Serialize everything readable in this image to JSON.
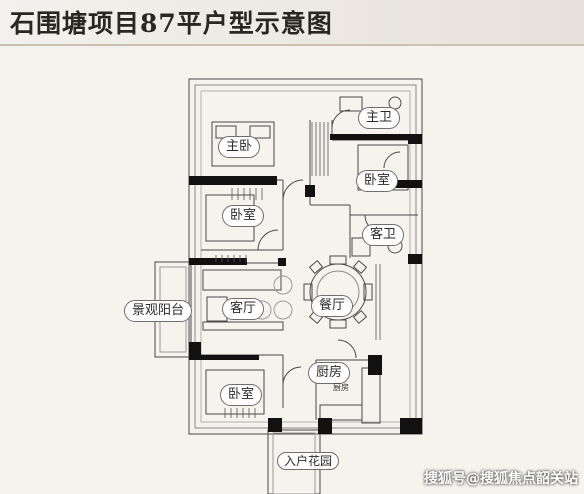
{
  "header": {
    "title": "石围塘项目87平户型示意图"
  },
  "rooms": {
    "master_bedroom": "主卧",
    "master_bath": "主卫",
    "bedroom_ne": "卧室",
    "bedroom_w": "卧室",
    "guest_bath": "客卫",
    "living_room": "客厅",
    "dining_room": "餐厅",
    "balcony": "景观阳台",
    "kitchen": "厨房",
    "kitchen_tag": "厨房",
    "bedroom_sw": "卧室",
    "entry_garden": "入户花园"
  },
  "watermark": "搜狐号@搜狐焦点韶关站",
  "colors": {
    "wall": "#111111",
    "line": "#4a4a4a",
    "bg": "#f6f3ee",
    "header": "#ece8e2"
  }
}
